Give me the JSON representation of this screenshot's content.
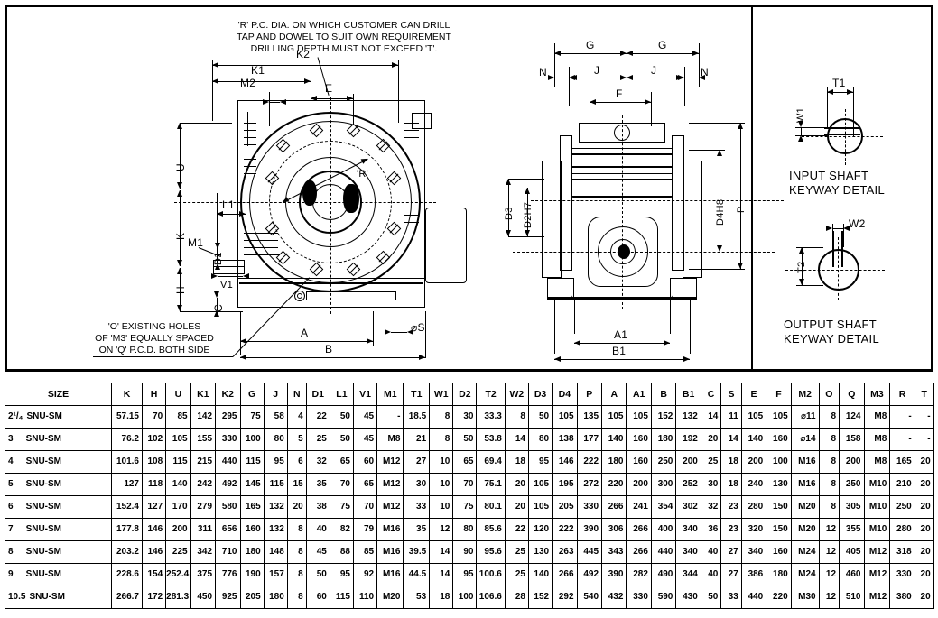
{
  "drawing": {
    "note_pcd": [
      "'R' P.C. DIA. ON WHICH CUSTOMER CAN DRILL",
      "TAP AND DOWEL TO SUIT OWN REQUIREMENT",
      "DRILLING DEPTH MUST NOT EXCEED 'T'."
    ],
    "note_holes": [
      "'O' EXISTING HOLES",
      "OF 'M3' EQUALLY SPACED",
      "ON 'Q' P.C.D. BOTH SIDE"
    ],
    "front_view_labels": {
      "K2": "K2",
      "K1": "K1",
      "M2": "M2",
      "E": "E",
      "R": "'R'",
      "U": "U",
      "K": "K",
      "H": "H",
      "C": "C",
      "L1": "L1",
      "M1": "M1",
      "D1": "D1",
      "V1": "V1",
      "A": "A",
      "B": "B",
      "S": "⌀S"
    },
    "side_view_labels": {
      "G_left": "G",
      "G_right": "G",
      "N_left": "N",
      "N_right": "N",
      "J_left": "J",
      "J_right": "J",
      "F": "F",
      "D3": "D3",
      "D2H7": "D2H7",
      "D4H8": "D4H8",
      "P": "P",
      "A1": "A1",
      "B1": "B1"
    },
    "input_keyway": {
      "title_line1": "INPUT SHAFT",
      "title_line2": "KEYWAY DETAIL",
      "dim_width": "T1",
      "dim_key": "W1"
    },
    "output_keyway": {
      "title_line1": "OUTPUT SHAFT",
      "title_line2": "KEYWAY DETAIL",
      "dim_key": "W2",
      "dim_height": "T2"
    }
  },
  "table": {
    "columns": [
      "SIZE",
      "K",
      "H",
      "U",
      "K1",
      "K2",
      "G",
      "J",
      "N",
      "D1",
      "L1",
      "V1",
      "M1",
      "T1",
      "W1",
      "D2",
      "T2",
      "W2",
      "D3",
      "D4",
      "P",
      "A",
      "A1",
      "B",
      "B1",
      "C",
      "S",
      "E",
      "F",
      "M2",
      "O",
      "Q",
      "M3",
      "R",
      "T"
    ],
    "rows": [
      {
        "size_num": "2¹/₄",
        "size_model": "SNU-SM",
        "values": [
          "57.15",
          "70",
          "85",
          "142",
          "295",
          "75",
          "58",
          "4",
          "22",
          "50",
          "45",
          "-",
          "18.5",
          "8",
          "30",
          "33.3",
          "8",
          "50",
          "105",
          "135",
          "105",
          "105",
          "152",
          "132",
          "14",
          "11",
          "105",
          "105",
          "⌀11",
          "8",
          "124",
          "M8",
          "-",
          "-"
        ]
      },
      {
        "size_num": "3",
        "size_model": "SNU-SM",
        "values": [
          "76.2",
          "102",
          "105",
          "155",
          "330",
          "100",
          "80",
          "5",
          "25",
          "50",
          "45",
          "M8",
          "21",
          "8",
          "50",
          "53.8",
          "14",
          "80",
          "138",
          "177",
          "140",
          "160",
          "180",
          "192",
          "20",
          "14",
          "140",
          "160",
          "⌀14",
          "8",
          "158",
          "M8",
          "-",
          "-"
        ]
      },
      {
        "size_num": "4",
        "size_model": "SNU-SM",
        "values": [
          "101.6",
          "108",
          "115",
          "215",
          "440",
          "115",
          "95",
          "6",
          "32",
          "65",
          "60",
          "M12",
          "27",
          "10",
          "65",
          "69.4",
          "18",
          "95",
          "146",
          "222",
          "180",
          "160",
          "250",
          "200",
          "25",
          "18",
          "200",
          "100",
          "M16",
          "8",
          "200",
          "M8",
          "165",
          "20"
        ]
      },
      {
        "size_num": "5",
        "size_model": "SNU-SM",
        "values": [
          "127",
          "118",
          "140",
          "242",
          "492",
          "145",
          "115",
          "15",
          "35",
          "70",
          "65",
          "M12",
          "30",
          "10",
          "70",
          "75.1",
          "20",
          "105",
          "195",
          "272",
          "220",
          "200",
          "300",
          "252",
          "30",
          "18",
          "240",
          "130",
          "M16",
          "8",
          "250",
          "M10",
          "210",
          "20"
        ]
      },
      {
        "size_num": "6",
        "size_model": "SNU-SM",
        "values": [
          "152.4",
          "127",
          "170",
          "279",
          "580",
          "165",
          "132",
          "20",
          "38",
          "75",
          "70",
          "M12",
          "33",
          "10",
          "75",
          "80.1",
          "20",
          "105",
          "205",
          "330",
          "266",
          "241",
          "354",
          "302",
          "32",
          "23",
          "280",
          "150",
          "M20",
          "8",
          "305",
          "M10",
          "250",
          "20"
        ]
      },
      {
        "size_num": "7",
        "size_model": "SNU-SM",
        "values": [
          "177.8",
          "146",
          "200",
          "311",
          "656",
          "160",
          "132",
          "8",
          "40",
          "82",
          "79",
          "M16",
          "35",
          "12",
          "80",
          "85.6",
          "22",
          "120",
          "222",
          "390",
          "306",
          "266",
          "400",
          "340",
          "36",
          "23",
          "320",
          "150",
          "M20",
          "12",
          "355",
          "M10",
          "280",
          "20"
        ]
      },
      {
        "size_num": "8",
        "size_model": "SNU-SM",
        "values": [
          "203.2",
          "146",
          "225",
          "342",
          "710",
          "180",
          "148",
          "8",
          "45",
          "88",
          "85",
          "M16",
          "39.5",
          "14",
          "90",
          "95.6",
          "25",
          "130",
          "263",
          "445",
          "343",
          "266",
          "440",
          "340",
          "40",
          "27",
          "340",
          "160",
          "M24",
          "12",
          "405",
          "M12",
          "318",
          "20"
        ]
      },
      {
        "size_num": "9",
        "size_model": "SNU-SM",
        "values": [
          "228.6",
          "154",
          "252.4",
          "375",
          "776",
          "190",
          "157",
          "8",
          "50",
          "95",
          "92",
          "M16",
          "44.5",
          "14",
          "95",
          "100.6",
          "25",
          "140",
          "266",
          "492",
          "390",
          "282",
          "490",
          "344",
          "40",
          "27",
          "386",
          "180",
          "M24",
          "12",
          "460",
          "M12",
          "330",
          "20"
        ]
      },
      {
        "size_num": "10.5",
        "size_model": "SNU-SM",
        "values": [
          "266.7",
          "172",
          "281.3",
          "450",
          "925",
          "205",
          "180",
          "8",
          "60",
          "115",
          "110",
          "M20",
          "53",
          "18",
          "100",
          "106.6",
          "28",
          "152",
          "292",
          "540",
          "432",
          "330",
          "590",
          "430",
          "50",
          "33",
          "440",
          "220",
          "M30",
          "12",
          "510",
          "M12",
          "380",
          "20"
        ]
      }
    ]
  }
}
